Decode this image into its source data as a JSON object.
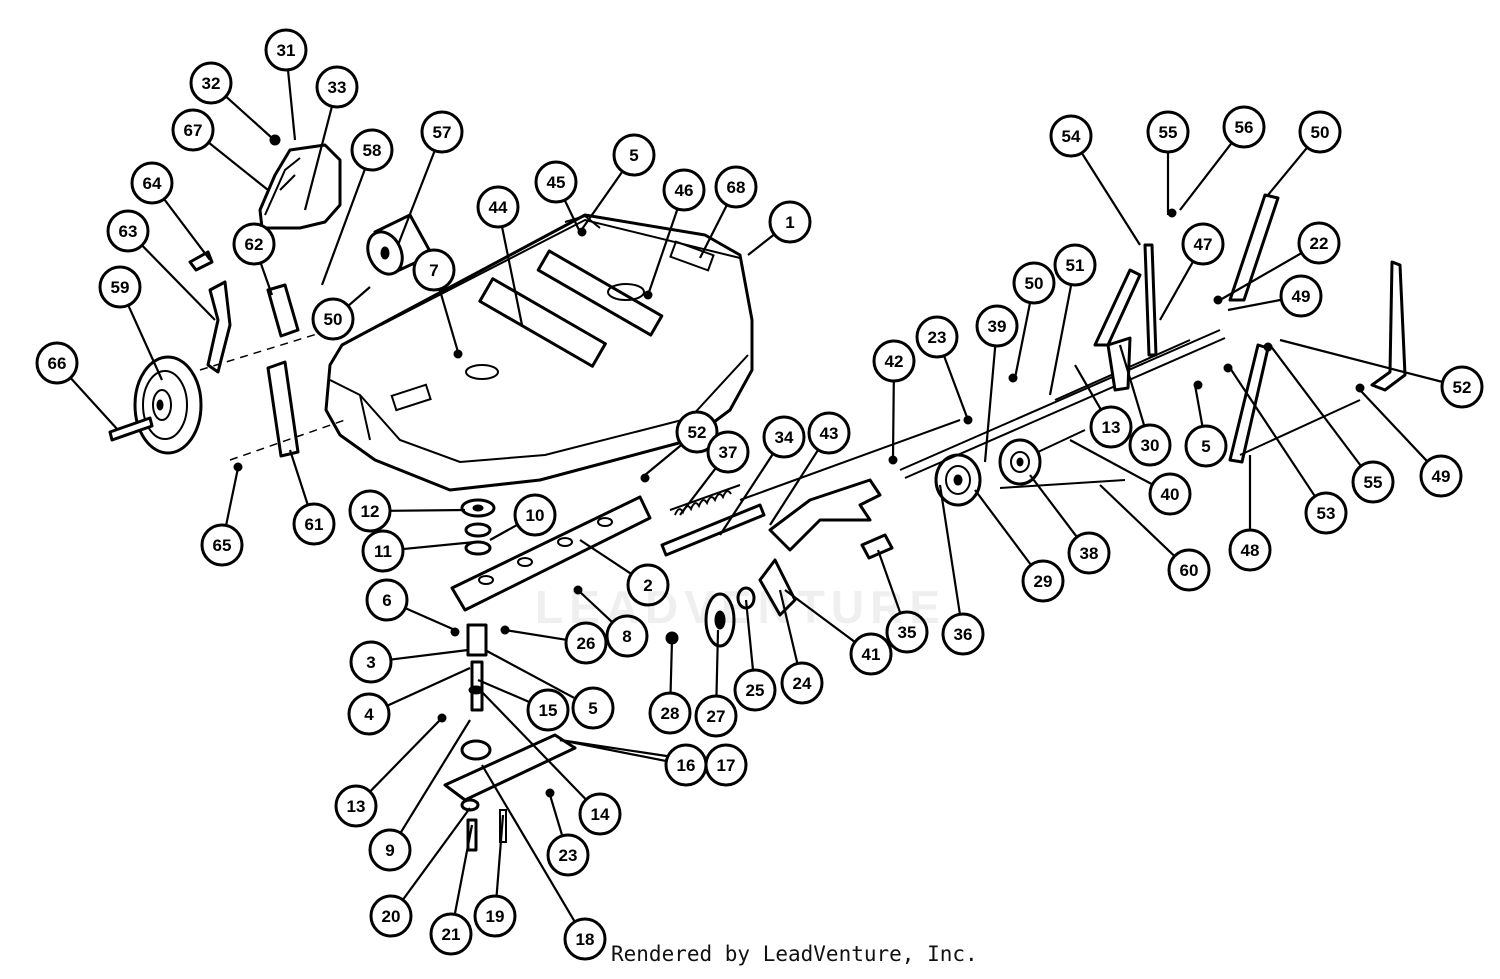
{
  "credit": "Rendered by LeadVenture, Inc.",
  "watermark_text": "LEADVENTURE",
  "colors": {
    "ink": "#000000",
    "paper": "#ffffff"
  },
  "callouts": [
    {
      "label": "31"
    },
    {
      "label": "32"
    },
    {
      "label": "33"
    },
    {
      "label": "67"
    },
    {
      "label": "64"
    },
    {
      "label": "63"
    },
    {
      "label": "58"
    },
    {
      "label": "57"
    },
    {
      "label": "62"
    },
    {
      "label": "59"
    },
    {
      "label": "66"
    },
    {
      "label": "50"
    },
    {
      "label": "7"
    },
    {
      "label": "44"
    },
    {
      "label": "45"
    },
    {
      "label": "5"
    },
    {
      "label": "46"
    },
    {
      "label": "68"
    },
    {
      "label": "1"
    },
    {
      "label": "65"
    },
    {
      "label": "61"
    },
    {
      "label": "12"
    },
    {
      "label": "10"
    },
    {
      "label": "11"
    },
    {
      "label": "6"
    },
    {
      "label": "2"
    },
    {
      "label": "3"
    },
    {
      "label": "26"
    },
    {
      "label": "8"
    },
    {
      "label": "4"
    },
    {
      "label": "15"
    },
    {
      "label": "5"
    },
    {
      "label": "13"
    },
    {
      "label": "16"
    },
    {
      "label": "17"
    },
    {
      "label": "9"
    },
    {
      "label": "14"
    },
    {
      "label": "23"
    },
    {
      "label": "20"
    },
    {
      "label": "21"
    },
    {
      "label": "19"
    },
    {
      "label": "18"
    },
    {
      "label": "52"
    },
    {
      "label": "37"
    },
    {
      "label": "34"
    },
    {
      "label": "43"
    },
    {
      "label": "28"
    },
    {
      "label": "27"
    },
    {
      "label": "25"
    },
    {
      "label": "24"
    },
    {
      "label": "41"
    },
    {
      "label": "35"
    },
    {
      "label": "36"
    },
    {
      "label": "42"
    },
    {
      "label": "23"
    },
    {
      "label": "39"
    },
    {
      "label": "29"
    },
    {
      "label": "38"
    },
    {
      "label": "60"
    },
    {
      "label": "40"
    },
    {
      "label": "50"
    },
    {
      "label": "51"
    },
    {
      "label": "13"
    },
    {
      "label": "30"
    },
    {
      "label": "54"
    },
    {
      "label": "55"
    },
    {
      "label": "56"
    },
    {
      "label": "50"
    },
    {
      "label": "47"
    },
    {
      "label": "22"
    },
    {
      "label": "49"
    },
    {
      "label": "52"
    },
    {
      "label": "5"
    },
    {
      "label": "53"
    },
    {
      "label": "55"
    },
    {
      "label": "49"
    },
    {
      "label": "48"
    }
  ]
}
